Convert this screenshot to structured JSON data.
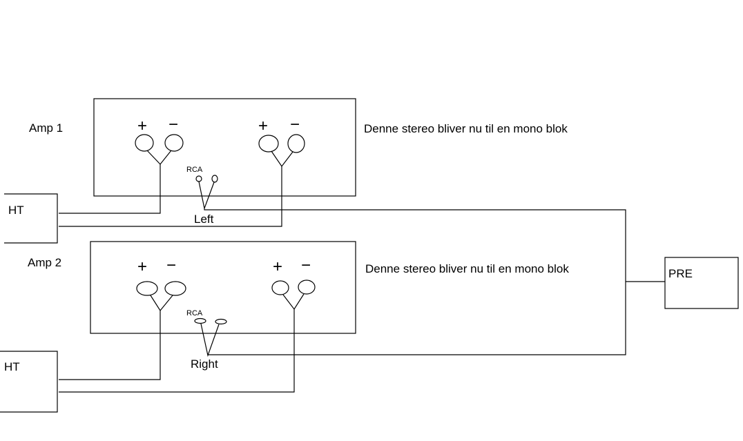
{
  "amp1": {
    "label": "Amp 1",
    "note": "Denne stereo bliver nu til en mono blok",
    "plus_symbol": "+",
    "minus_symbol": "−",
    "rca_label": "RCA",
    "channel_label": "Left"
  },
  "amp2": {
    "label": "Amp 2",
    "note": "Denne stereo bliver nu til en mono blok",
    "plus_symbol": "+",
    "minus_symbol": "−",
    "rca_label": "RCA",
    "channel_label": "Right"
  },
  "speaker_top": {
    "label": "HT"
  },
  "speaker_bottom": {
    "label": "HT"
  },
  "preamp": {
    "label": "PRE"
  }
}
